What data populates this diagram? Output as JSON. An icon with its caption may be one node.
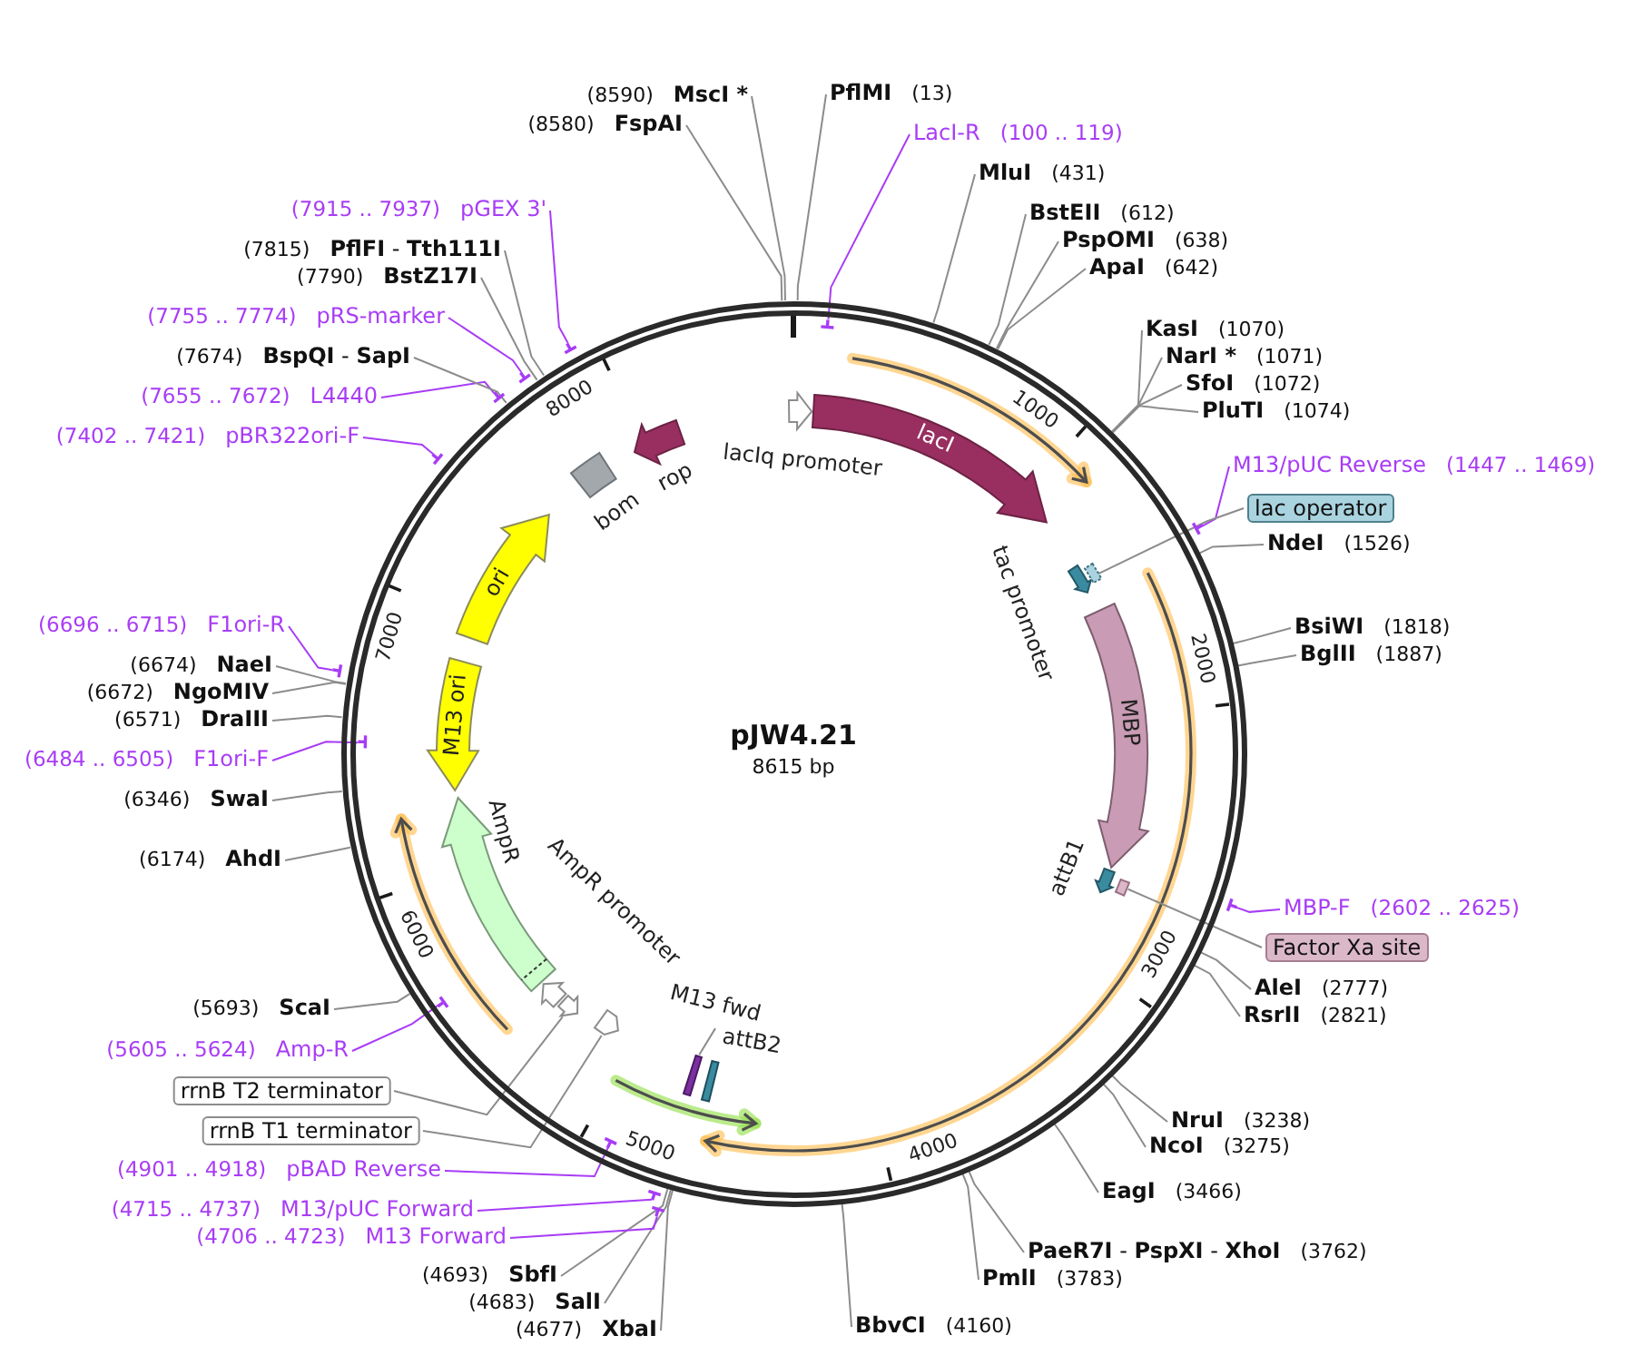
{
  "diagram": {
    "nodes": [
      {
        "text": [
          "pJW4.21",
          "8615 bp"
        ]
      },
      {
        "text": [
          "lacIq promoter"
        ],
        "in": 0
      },
      {
        "text": [
          "lacI"
        ],
        "in": 0
      },
      {
        "text": [
          "tac promoter"
        ],
        "in": 0
      },
      {
        "text": [],
        "shape": "bar",
        "in": 0
      },
      {
        "text": [
          "MBP"
        ],
        "in": 0
      },
      {
        "text": [
          "attB1"
        ],
        "in": 0
      },
      {
        "text": [],
        "shape": "bar",
        "in": 0
      },
      {
        "text": [
          "attB2"
        ],
        "in": 0
      },
      {
        "text": [
          "M13 fwd"
        ],
        "in": 0
      },
      {
        "text": [],
        "shape": "bar",
        "in": 0
      },
      {
        "text": [],
        "shape": "arrow",
        "in": 0
      },
      {
        "text": [],
        "shape": "arrow",
        "in": 0
      },
      {
        "text": [
          "AmpR promoter"
        ],
        "in": 0
      },
      {
        "text": [
          "AmpR"
        ],
        "in": 0
      },
      {
        "text": [
          "M13 ori"
        ],
        "in": 0
      },
      {
        "text": [
          "ori"
        ],
        "in": 0
      },
      {
        "text": [
          "bom"
        ],
        "in": 0
      },
      {
        "text": [
          "rop"
        ],
        "in": 0
      },
      {
        "text": [
          "PflMI",
          "(13)"
        ]
      },
      {
        "text": [
          "LacI-R",
          "(100 .. 119)"
        ]
      },
      {
        "text": [],
        "shape": "bar",
        "in": 0
      },
      {
        "text": [
          "MluI",
          "(431)"
        ]
      },
      {
        "text": [
          "BstEII",
          "(612)"
        ]
      },
      {
        "text": [
          "PspOMI",
          "(638)"
        ]
      },
      {
        "text": [
          "ApaI",
          "(642)"
        ]
      },
      {
        "text": [
          "KasI",
          "(1070)"
        ]
      },
      {
        "text": [
          "NarI *",
          "(1071)"
        ]
      },
      {
        "text": [
          "SfoI",
          "(1072)"
        ]
      },
      {
        "text": [
          "PluTI",
          "(1074)"
        ]
      },
      {
        "text": [
          "M13/pUC Reverse",
          "(1447 .. 1469)"
        ]
      },
      {
        "text": [],
        "shape": "bar"
      },
      {
        "text": [
          "lac operator"
        ]
      },
      {
        "text": [
          "NdeI",
          "(1526)"
        ]
      },
      {
        "text": [
          "BsiWI",
          "(1818)"
        ]
      },
      {
        "text": [
          "BglII",
          "(1887)"
        ]
      },
      {
        "text": [
          "MBP-F",
          "(2602 .. 2625)"
        ]
      },
      {
        "text": [],
        "shape": "bar"
      },
      {
        "text": [
          "Factor Xa site"
        ]
      },
      {
        "text": [
          "AleI",
          "(2777)"
        ]
      },
      {
        "text": [
          "RsrII",
          "(2821)"
        ]
      },
      {
        "text": [
          "NruI",
          "(3238)"
        ]
      },
      {
        "text": [
          "NcoI",
          "(3275)"
        ]
      },
      {
        "text": [
          "EagI",
          "(3466)"
        ]
      },
      {
        "text": [
          "**PaeR7I** - **PspXI** - **XhoI**",
          "(3762)"
        ]
      },
      {
        "text": [
          "PmlI",
          "(3783)"
        ]
      },
      {
        "text": [
          "BbvCI",
          "(4160)"
        ]
      },
      {
        "text": [
          "(4677)",
          "XbaI"
        ]
      },
      {
        "text": [
          "(4683)",
          "SalI"
        ]
      },
      {
        "text": [
          "(4693)",
          "SbfI"
        ]
      },
      {
        "text": [
          "(4706 .. 4723)",
          "M13 Forward"
        ]
      },
      {
        "text": [],
        "shape": "bar"
      },
      {
        "text": [
          "(4715 .. 4737)",
          "M13/pUC Forward"
        ]
      },
      {
        "text": [],
        "shape": "bar"
      },
      {
        "text": [
          "(4901 .. 4918)",
          "pBAD Reverse"
        ]
      },
      {
        "text": [],
        "shape": "bar",
        "in": 0
      },
      {
        "text": [
          "rrnB T1 terminator"
        ]
      },
      {
        "text": [
          "rrnB T2 terminator"
        ]
      },
      {
        "text": [
          "(5605 .. 5624)",
          "Amp-R"
        ]
      },
      {
        "text": [],
        "shape": "bar",
        "in": 0
      },
      {
        "text": [
          "(5693)",
          "ScaI"
        ]
      },
      {
        "text": [
          "(6174)",
          "AhdI"
        ]
      },
      {
        "text": [
          "(6346)",
          "SwaI"
        ]
      },
      {
        "text": [
          "(6484 .. 6505)",
          "F1ori-F"
        ]
      },
      {
        "text": [],
        "shape": "bar",
        "in": 0
      },
      {
        "text": [
          "(6571)",
          "DraIII"
        ]
      },
      {
        "text": [
          "(6672)",
          "NgoMIV"
        ]
      },
      {
        "text": [
          "(6674)",
          "NaeI"
        ]
      },
      {
        "text": [
          "(6696 .. 6715)",
          "F1ori-R"
        ]
      },
      {
        "text": [],
        "shape": "bar"
      },
      {
        "text": [
          "(7402 .. 7421)",
          "pBR322ori-F"
        ]
      },
      {
        "text": [],
        "shape": "bar"
      },
      {
        "text": [
          "(7655 .. 7672)",
          "L4440"
        ]
      },
      {
        "text": [],
        "shape": "bar"
      },
      {
        "text": [
          "(7674)",
          "**BspQI** - **SapI**"
        ]
      },
      {
        "text": [
          "(7755 .. 7774)",
          "pRS-marker"
        ]
      },
      {
        "text": [],
        "shape": "bar"
      },
      {
        "text": [
          "(7790)",
          "BstZ17I"
        ]
      },
      {
        "text": [
          "(7815)",
          "**PflFI** - **Tth111I**"
        ]
      },
      {
        "text": [
          "(7915 .. 7937)",
          "pGEX 3'"
        ]
      },
      {
        "text": [],
        "shape": "bar"
      },
      {
        "text": [
          "(8580)",
          "FspAI"
        ]
      },
      {
        "text": [
          "(8590)",
          "MscI *"
        ]
      }
    ],
    "edges": [
      {
        "from": 9,
        "to": 10,
        "arrow": "none"
      },
      {
        "from": 19,
        "to": 0,
        "arrow": "none"
      },
      {
        "from": 20,
        "to": 21,
        "arrow": "none",
        "color": "#a83cf6"
      },
      {
        "from": 22,
        "to": 0,
        "arrow": "none"
      },
      {
        "from": 23,
        "to": 0,
        "arrow": "none"
      },
      {
        "from": 24,
        "to": 0,
        "arrow": "none"
      },
      {
        "from": 25,
        "to": 0,
        "arrow": "none"
      },
      {
        "from": 26,
        "to": 0,
        "arrow": "none"
      },
      {
        "from": 27,
        "to": 0,
        "arrow": "none"
      },
      {
        "from": 28,
        "to": 0,
        "arrow": "none"
      },
      {
        "from": 29,
        "to": 0,
        "arrow": "none"
      },
      {
        "from": 30,
        "to": 31,
        "arrow": "none",
        "color": "#a83cf6"
      },
      {
        "from": 32,
        "to": 4,
        "arrow": "none"
      },
      {
        "from": 33,
        "to": 0,
        "arrow": "none"
      },
      {
        "from": 34,
        "to": 0,
        "arrow": "none"
      },
      {
        "from": 35,
        "to": 0,
        "arrow": "none"
      },
      {
        "from": 36,
        "to": 37,
        "arrow": "none",
        "color": "#a83cf6"
      },
      {
        "from": 38,
        "to": 7,
        "arrow": "none"
      },
      {
        "from": 39,
        "to": 0,
        "arrow": "none"
      },
      {
        "from": 40,
        "to": 0,
        "arrow": "none"
      },
      {
        "from": 41,
        "to": 0,
        "arrow": "none"
      },
      {
        "from": 42,
        "to": 0,
        "arrow": "none"
      },
      {
        "from": 43,
        "to": 0,
        "arrow": "none"
      },
      {
        "from": 44,
        "to": 0,
        "arrow": "none"
      },
      {
        "from": 45,
        "to": 0,
        "arrow": "none"
      },
      {
        "from": 46,
        "to": 0,
        "arrow": "none"
      },
      {
        "from": 47,
        "to": 0,
        "arrow": "none"
      },
      {
        "from": 48,
        "to": 0,
        "arrow": "none"
      },
      {
        "from": 49,
        "to": 0,
        "arrow": "none"
      },
      {
        "from": 50,
        "to": 51,
        "arrow": "none",
        "color": "#a83cf6"
      },
      {
        "from": 52,
        "to": 53,
        "arrow": "none",
        "color": "#a83cf6"
      },
      {
        "from": 54,
        "to": 55,
        "arrow": "none",
        "color": "#a83cf6"
      },
      {
        "from": 56,
        "to": 11,
        "arrow": "none"
      },
      {
        "from": 57,
        "to": 12,
        "arrow": "none"
      },
      {
        "from": 58,
        "to": 59,
        "arrow": "none",
        "color": "#a83cf6"
      },
      {
        "from": 60,
        "to": 0,
        "arrow": "none"
      },
      {
        "from": 61,
        "to": 0,
        "arrow": "none"
      },
      {
        "from": 62,
        "to": 0,
        "arrow": "none"
      },
      {
        "from": 63,
        "to": 64,
        "arrow": "none",
        "color": "#a83cf6"
      },
      {
        "from": 65,
        "to": 0,
        "arrow": "none"
      },
      {
        "from": 66,
        "to": 0,
        "arrow": "none"
      },
      {
        "from": 67,
        "to": 0,
        "arrow": "none"
      },
      {
        "from": 68,
        "to": 69,
        "arrow": "none",
        "color": "#a83cf6"
      },
      {
        "from": 70,
        "to": 71,
        "arrow": "none",
        "color": "#a83cf6"
      },
      {
        "from": 72,
        "to": 73,
        "arrow": "none",
        "color": "#a83cf6"
      },
      {
        "from": 74,
        "to": 0,
        "arrow": "none"
      },
      {
        "from": 75,
        "to": 76,
        "arrow": "none",
        "color": "#a83cf6"
      },
      {
        "from": 77,
        "to": 0,
        "arrow": "none"
      },
      {
        "from": 78,
        "to": 0,
        "arrow": "none"
      },
      {
        "from": 79,
        "to": 80,
        "arrow": "none",
        "color": "#a83cf6"
      },
      {
        "from": 81,
        "to": 0,
        "arrow": "none"
      },
      {
        "from": 82,
        "to": 0,
        "arrow": "none"
      }
    ],
    "labels": [
      "8000",
      "1000",
      "7000",
      "2000",
      "6000",
      "3000",
      "5000",
      "4000"
    ]
  }
}
